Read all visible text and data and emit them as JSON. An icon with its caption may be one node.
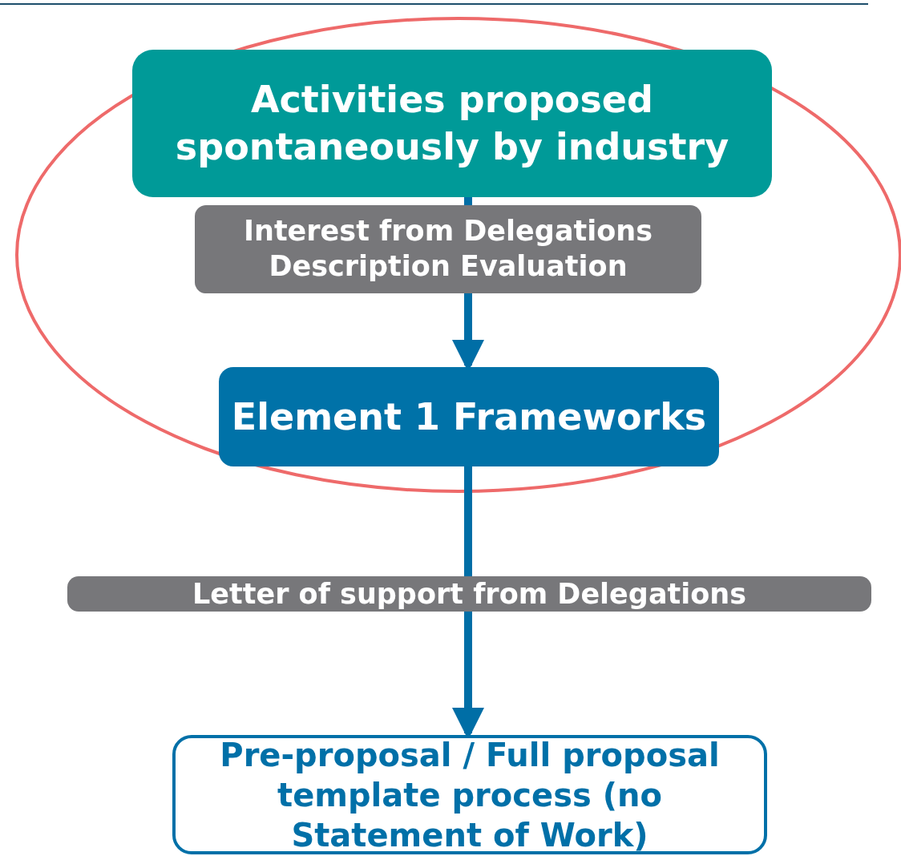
{
  "diagram": {
    "nodes": [
      {
        "text": [
          "Activities proposed spontaneously by industry"
        ]
      },
      {
        "text": [
          "Interest from Delegations Description Evaluation"
        ]
      },
      {
        "text": [
          "Element 1 Frameworks"
        ]
      },
      {
        "text": [
          "Letter of support from Delegations"
        ]
      },
      {
        "text": [
          "Pre-proposal / Full proposal template process (no Statement of Work)"
        ]
      }
    ],
    "edges": [
      {
        "from": 0,
        "to": 1,
        "arrow": "none"
      },
      {
        "from": 1,
        "to": 2,
        "arrow": "to"
      },
      {
        "from": 2,
        "to": 3,
        "arrow": "none"
      },
      {
        "from": 3,
        "to": 4,
        "arrow": "to"
      }
    ]
  }
}
